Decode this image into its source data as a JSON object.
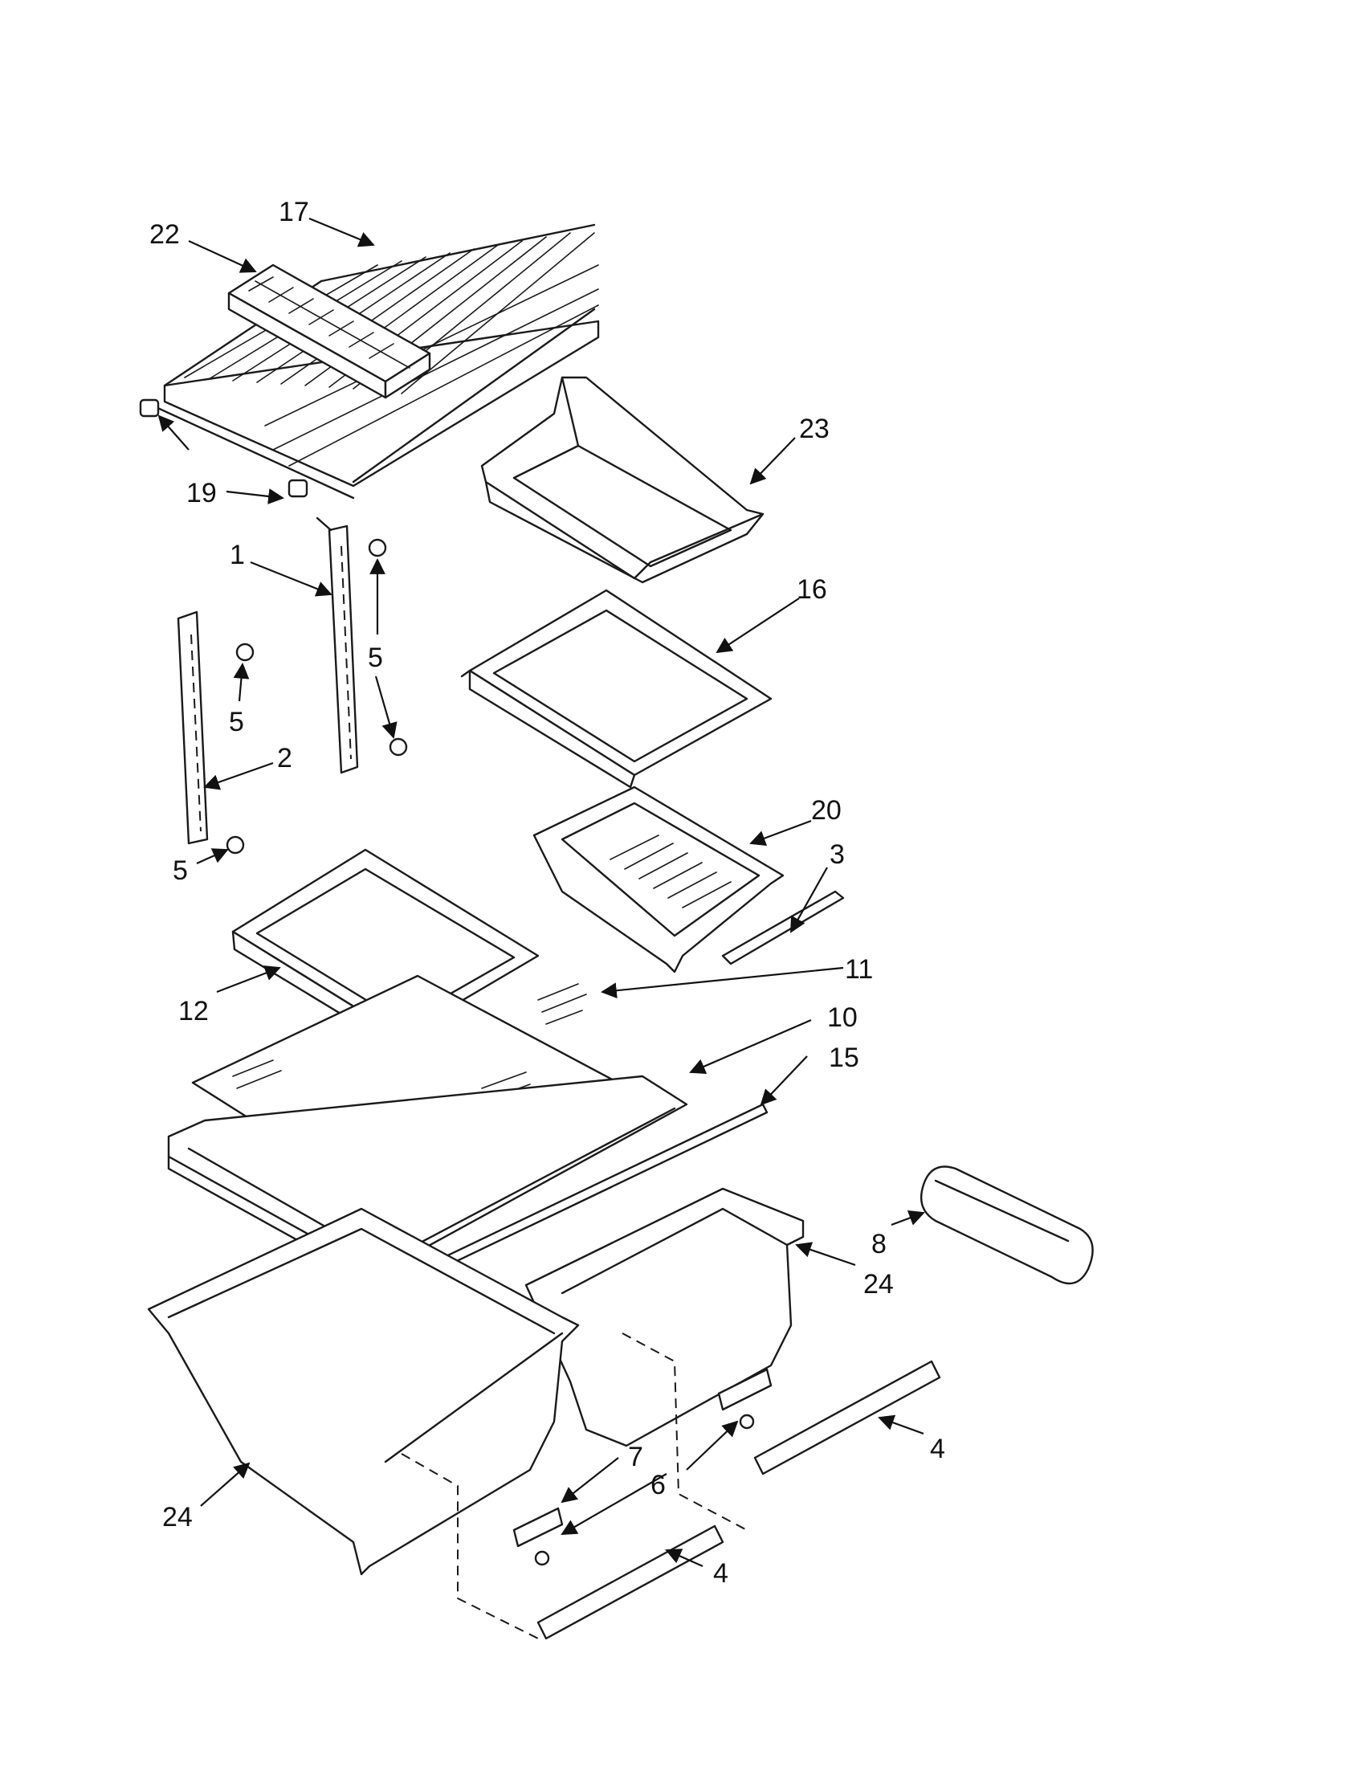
{
  "callouts": [
    {
      "id": "c17",
      "text": "17"
    },
    {
      "id": "c22",
      "text": "22"
    },
    {
      "id": "c23",
      "text": "23"
    },
    {
      "id": "c19",
      "text": "19"
    },
    {
      "id": "c1",
      "text": "1"
    },
    {
      "id": "c16",
      "text": "16"
    },
    {
      "id": "c5a",
      "text": "5"
    },
    {
      "id": "c5b",
      "text": "5"
    },
    {
      "id": "c2",
      "text": "2"
    },
    {
      "id": "c20",
      "text": "20"
    },
    {
      "id": "c3",
      "text": "3"
    },
    {
      "id": "c5c",
      "text": "5"
    },
    {
      "id": "c11",
      "text": "11"
    },
    {
      "id": "c12",
      "text": "12"
    },
    {
      "id": "c10",
      "text": "10"
    },
    {
      "id": "c15",
      "text": "15"
    },
    {
      "id": "c8",
      "text": "8"
    },
    {
      "id": "c24a",
      "text": "24"
    },
    {
      "id": "c7",
      "text": "7"
    },
    {
      "id": "c6",
      "text": "6"
    },
    {
      "id": "c4a",
      "text": "4"
    },
    {
      "id": "c24b",
      "text": "24"
    },
    {
      "id": "c4b",
      "text": "4"
    }
  ]
}
